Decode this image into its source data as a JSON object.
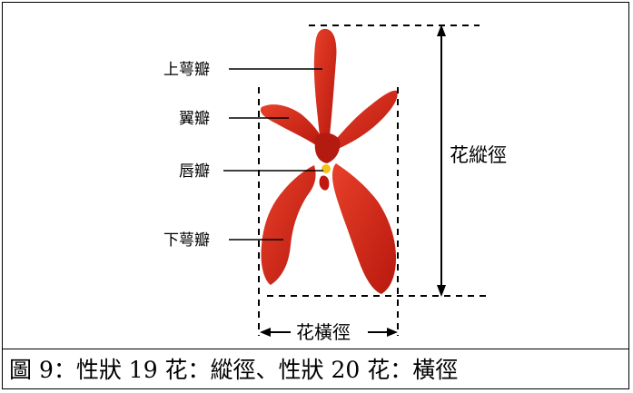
{
  "labels": {
    "upper_sepal": "上萼瓣",
    "wing_petal": "翼瓣",
    "lip_petal": "唇瓣",
    "lower_sepal": "下萼瓣",
    "vertical_diameter": "花縱徑",
    "horizontal_diameter": "花橫徑"
  },
  "caption": "圖 9：性狀 19 花：縱徑、性狀 20 花：橫徑",
  "colors": {
    "petal": "#d8281a",
    "petal_dark": "#a8140c",
    "lip_yellow": "#f2c21a",
    "line": "#000000"
  }
}
